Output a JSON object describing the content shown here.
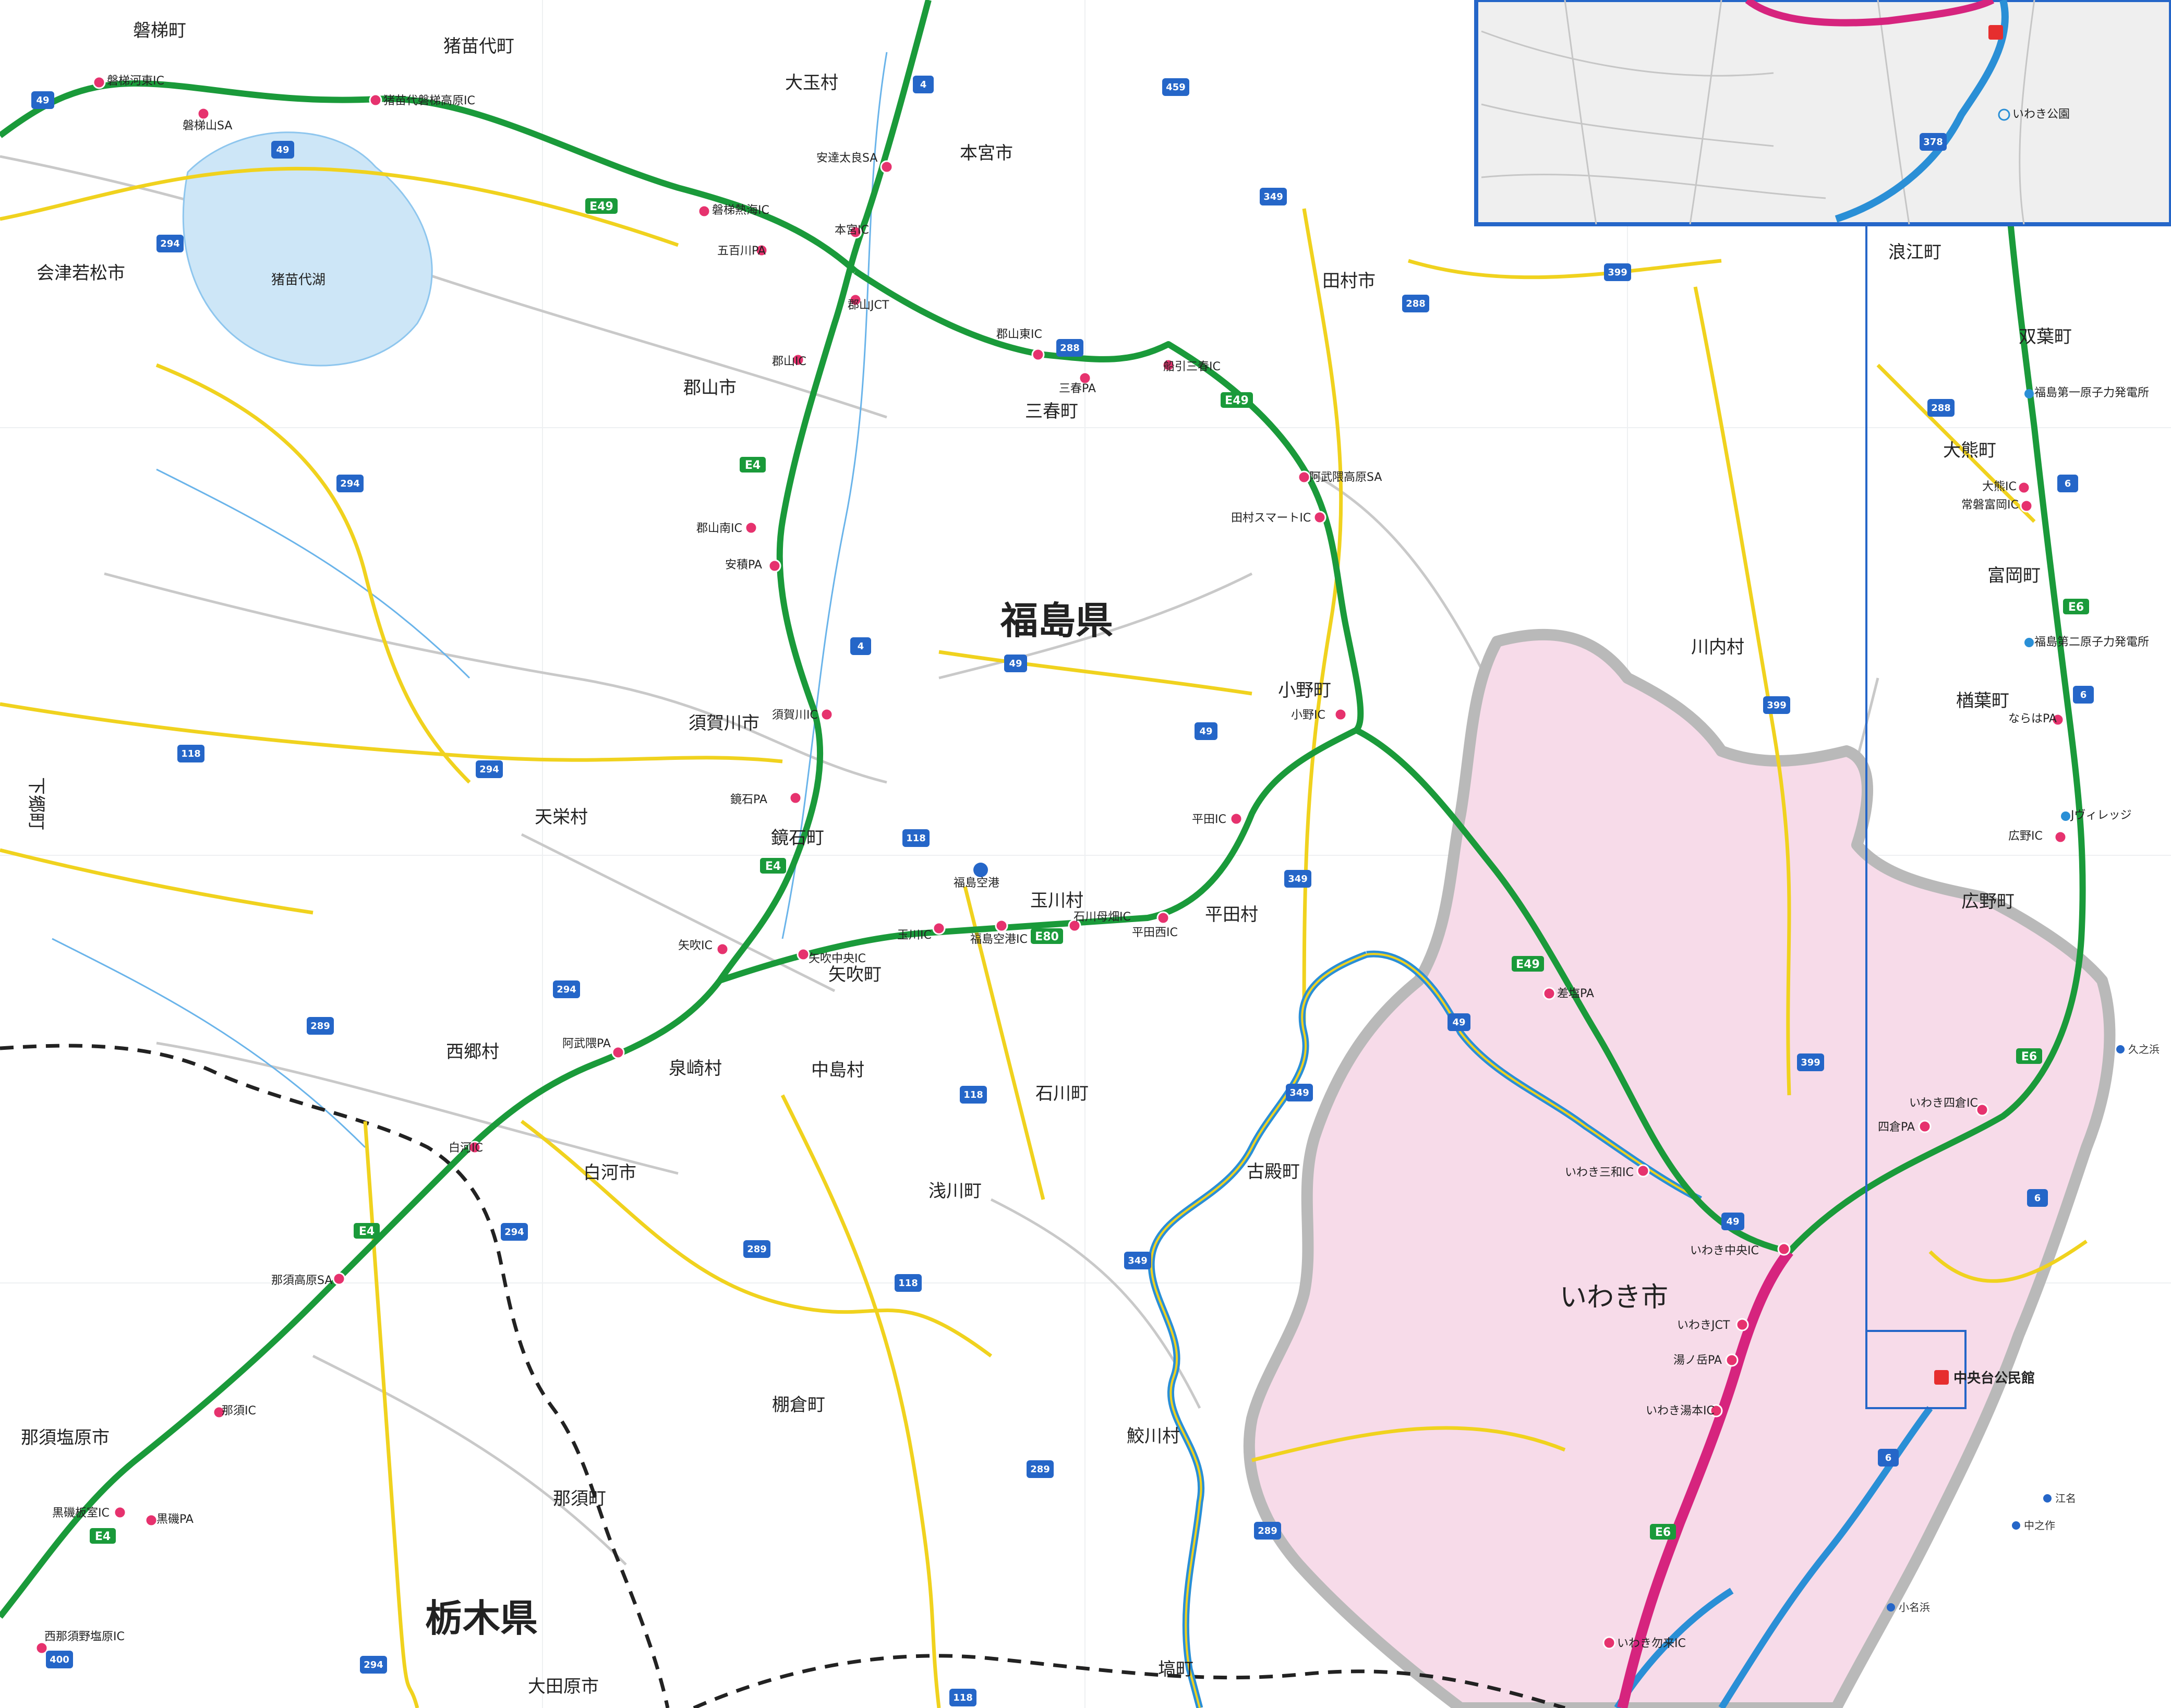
{
  "colors": {
    "expressway": "#1a9a3a",
    "national_route": "#f0d21e",
    "iwaki_fill": "#f7dbe9",
    "iwaki_border": "#b9b9b9",
    "route6_blue": "#2a8fd6",
    "joban_magenta": "#d6247e",
    "river": "#6ab4ea",
    "lake": "#cde6f7",
    "pref_boundary": "#222222",
    "poi_red": "#e62e2e",
    "inset_border": "#2566c8"
  },
  "prefectures": [
    "福島県",
    "栃木県"
  ],
  "highlight_city": "いわき市",
  "municipalities": [
    "磐梯町",
    "猪苗代町",
    "会津若松市",
    "大玉村",
    "本宮市",
    "田村市",
    "郡山市",
    "三春町",
    "福島県",
    "小野町",
    "川内村",
    "須賀川市",
    "天栄村",
    "鏡石町",
    "下郷町",
    "玉川村",
    "平田村",
    "矢吹町",
    "西郷村",
    "泉崎村",
    "中島村",
    "石川町",
    "白河市",
    "古殿町",
    "浅川町",
    "棚倉町",
    "鮫川村",
    "那須塩原市",
    "那須町",
    "大田原市",
    "塙町",
    "浪江町",
    "双葉町",
    "大熊町",
    "富岡町",
    "楢葉町",
    "広野町"
  ],
  "interchanges": [
    "磐梯河東IC",
    "磐梯山SA",
    "猪苗代磐梯高原IC",
    "磐梯熱海IC",
    "五百川PA",
    "本宮IC",
    "安達太良SA",
    "郡山JCT",
    "郡山IC",
    "郡山東IC",
    "三春PA",
    "船引三春IC",
    "阿武隈高原SA",
    "田村スマートIC",
    "郡山南IC",
    "安積PA",
    "須賀川IC",
    "鏡石PA",
    "小野IC",
    "平田IC",
    "矢吹IC",
    "矢吹中央IC",
    "玉川IC",
    "福島空港IC",
    "石川母畑IC",
    "平田西IC",
    "阿武隈PA",
    "白河IC",
    "那須高原SA",
    "那須IC",
    "黒磯板室IC",
    "黒磯PA",
    "西那須野塩原IC",
    "差塩PA",
    "いわき三和IC",
    "いわき中央IC",
    "いわきJCT",
    "湯ノ岳PA",
    "いわき湯本IC",
    "いわき勿来IC",
    "四倉PA",
    "いわき四倉IC",
    "ならはPA",
    "広野IC",
    "常磐富岡IC",
    "大熊IC"
  ],
  "expressway_labels": [
    "E49",
    "E4",
    "E80",
    "E6"
  ],
  "route_numbers": [
    "49",
    "4",
    "459",
    "349",
    "399",
    "288",
    "294",
    "118",
    "289",
    "400",
    "6",
    "378"
  ],
  "pois": [
    "福島空港",
    "中央台公民館",
    "いわき公園",
    "福島第一原子力発電所",
    "福島第二原子力発電所",
    "Jヴィレッジ"
  ],
  "map_features": [
    "猪苗代湖"
  ],
  "ports": [
    "久之浜",
    "江名",
    "中之作",
    "小名浜"
  ]
}
